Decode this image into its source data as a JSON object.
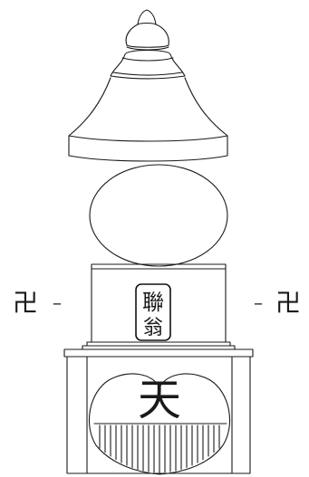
{
  "plaque": {
    "char_top": "聯",
    "char_bottom": "翁"
  },
  "base_char": "天",
  "left_symbol": "卍",
  "right_symbol": "卍",
  "left_dash": "–",
  "right_dash": "–"
}
